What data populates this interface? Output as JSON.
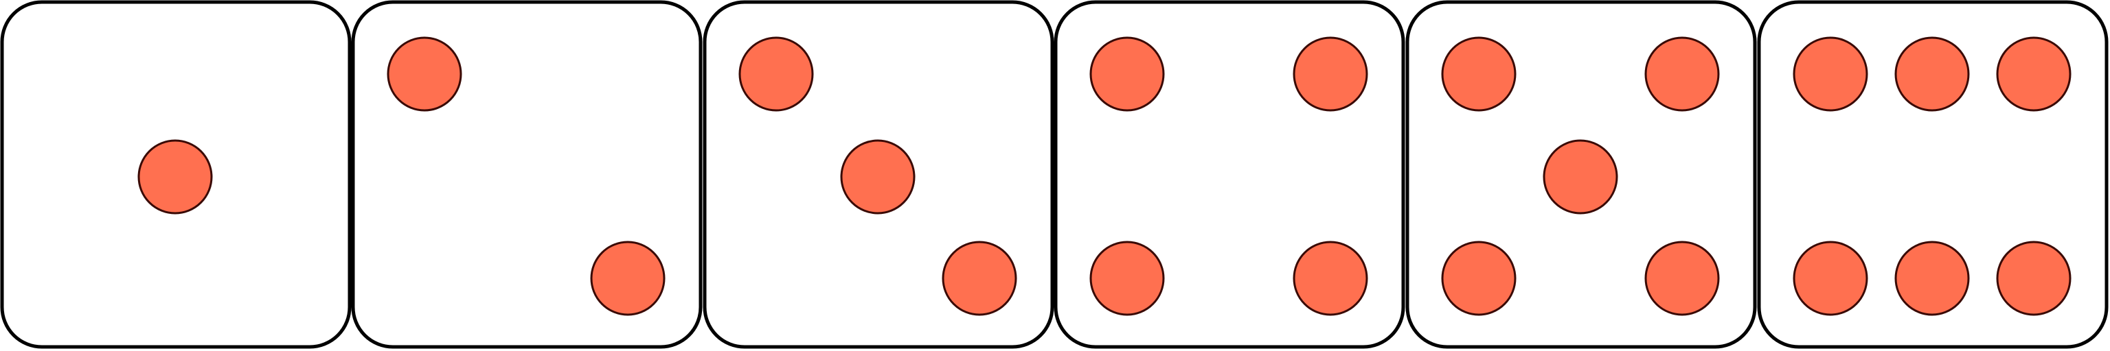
{
  "colors": {
    "background": "#ffffff",
    "face_stroke": "#000000",
    "pip_fill": "#ff7050",
    "pip_stroke": "#3a0a05"
  },
  "dice": [
    {
      "value": 1
    },
    {
      "value": 2
    },
    {
      "value": 3
    },
    {
      "value": 4
    },
    {
      "value": 5
    },
    {
      "value": 6
    }
  ]
}
